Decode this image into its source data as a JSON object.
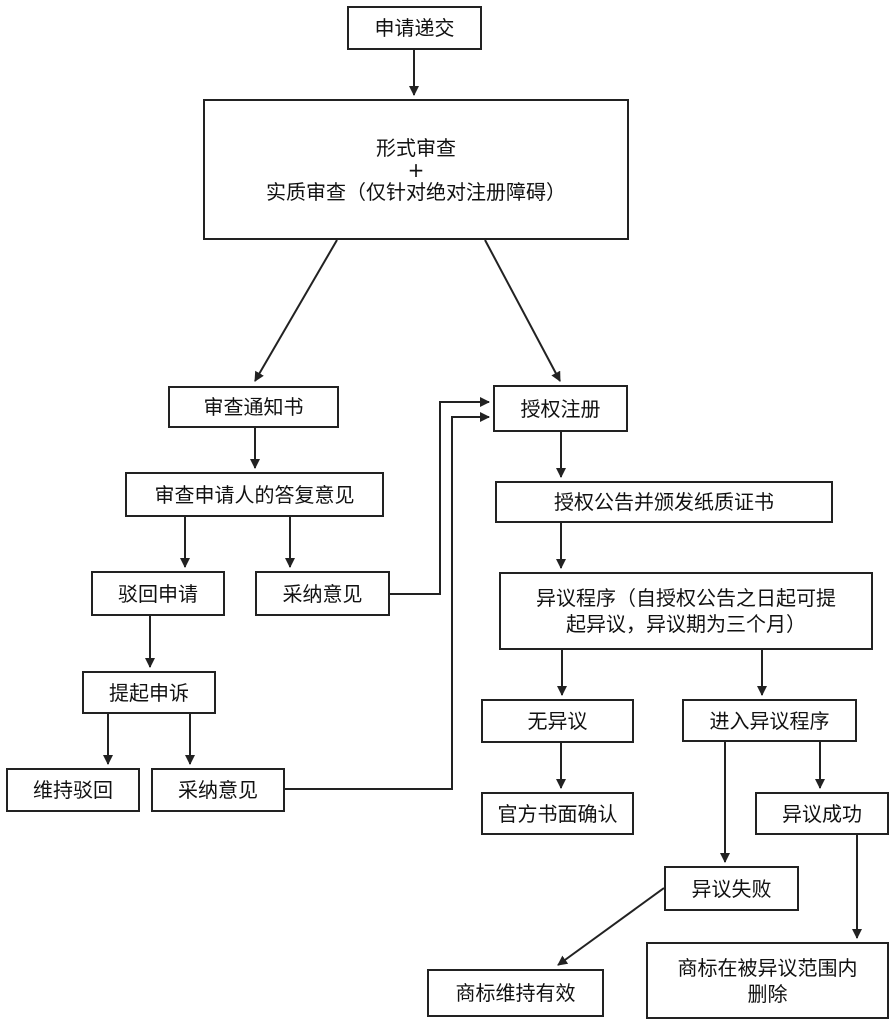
{
  "nodes": {
    "submit": "申请递交",
    "exam_line1": "形式审查",
    "exam_line2": "+",
    "exam_line3": "实质审查（仅针对绝对注册障碍）",
    "notice": "审查通知书",
    "reply": "审查申请人的答复意见",
    "reject": "驳回申请",
    "adopt1": "采纳意见",
    "appeal": "提起申诉",
    "maintain_reject": "维持驳回",
    "adopt2": "采纳意见",
    "grant": "授权注册",
    "publish": "授权公告并颁发纸质证书",
    "opposition_line1": "异议程序（自授权公告之日起可提",
    "opposition_line2": "起异议，异议期为三个月）",
    "no_opposition": "无异议",
    "enter_opposition": "进入异议程序",
    "official_confirm": "官方书面确认",
    "opposition_success": "异议成功",
    "opposition_fail": "异议失败",
    "trademark_valid": "商标维持有效",
    "delete_line1": "商标在被异议范围内",
    "delete_line2": "删除"
  }
}
